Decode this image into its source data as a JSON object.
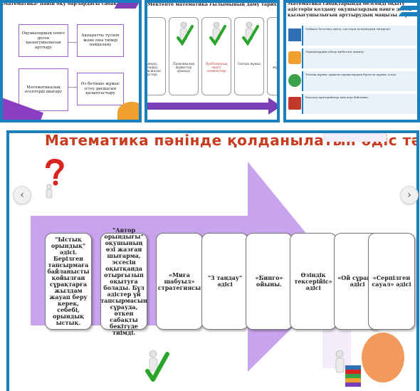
{
  "thumb1": {
    "title": "Математика- пәнін оқу барлардағы сабақтың тиімді әдіс-тәсілдерін қолдана отырып тиімділігін арттыру",
    "boxes": [
      "Оқушылардың пәнге деген қызығушылығын арттыру",
      "Ақпаратты түсініп және оны тиімді пайдалану",
      "Математикалық есептерді шығару",
      "Өз бетінше жұмыс істеу дағдысын қалыптастыру"
    ]
  },
  "thumb2": {
    "title": "Мектепте математика ғылымының даму тарихын тереңдету",
    "cards": [
      "Баяндау, түсіндіру, сұрақ-жауап әдістері",
      "Практикалық жұмыстар орындау",
      "Проблемалық оқыту элементтері",
      "Топтық жұмыс",
      "Зерттеу жұмыстары"
    ]
  },
  "thumb3": {
    "title": "Математика сабақтарында белсенді оқыту әдістерін қолдану оқушылардың пәнге деген қызығушылығын арттырудың маңызы зор.",
    "items": [
      "Сабақта белсенді оқыту әдістерін қолданудың тиімділігі",
      "Оқушылардың ойлау қабілетін дамыту",
      "Топтық жұмыс арқылы оқушылардың бірлесіп жұмыс істеуі",
      "Бағалау критерийлері мен кері байланыс"
    ]
  },
  "main": {
    "title": "Математика пәнінде қолданылатын әдіс тәсілдер",
    "cards": [
      "\"Ыстық орындық\" әдісі. Берілген тапсырмаға байланысты қойылған сұрақтарға жылдам жауап беру керек, себебі, орындық ыстық.",
      "\"Автор орындығы\" оқушының өзі жазған шығарма, эссесін оқытқанда отырғызып оқытуға болады. Бұл әдістер үй тапсырмасын сұрауда, өткен сабақты бекітуде тиімді.",
      "«Миға шабуыл» стратегиясы",
      "\"3 тандау\" әдісі",
      "«Бинго» ойыны.",
      "Өзіндік тексерійіс» әдісі",
      "«Ой сұрақ!» әдісі",
      "«Серпілген сауал» әдісі"
    ]
  },
  "nav": {
    "prev": "‹",
    "next": "›"
  },
  "colors": {
    "border": "#1a7fbf",
    "purple": "#c9a4ee",
    "title_red": "#c73b1f"
  }
}
